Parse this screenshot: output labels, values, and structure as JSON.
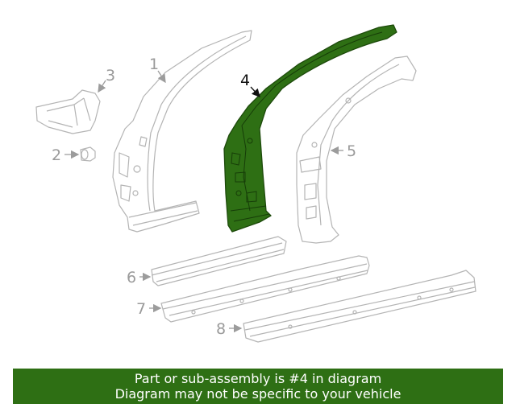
{
  "diagram": {
    "callouts": [
      "1",
      "2",
      "3",
      "4",
      "5",
      "6",
      "7",
      "8"
    ],
    "highlight_color": "#2e6f14",
    "highlighted_part": "4"
  },
  "banner": {
    "line1": "Part or sub-assembly is #4 in diagram",
    "line2": "Diagram may not be specific to your vehicle",
    "background": "#2e6f14"
  }
}
